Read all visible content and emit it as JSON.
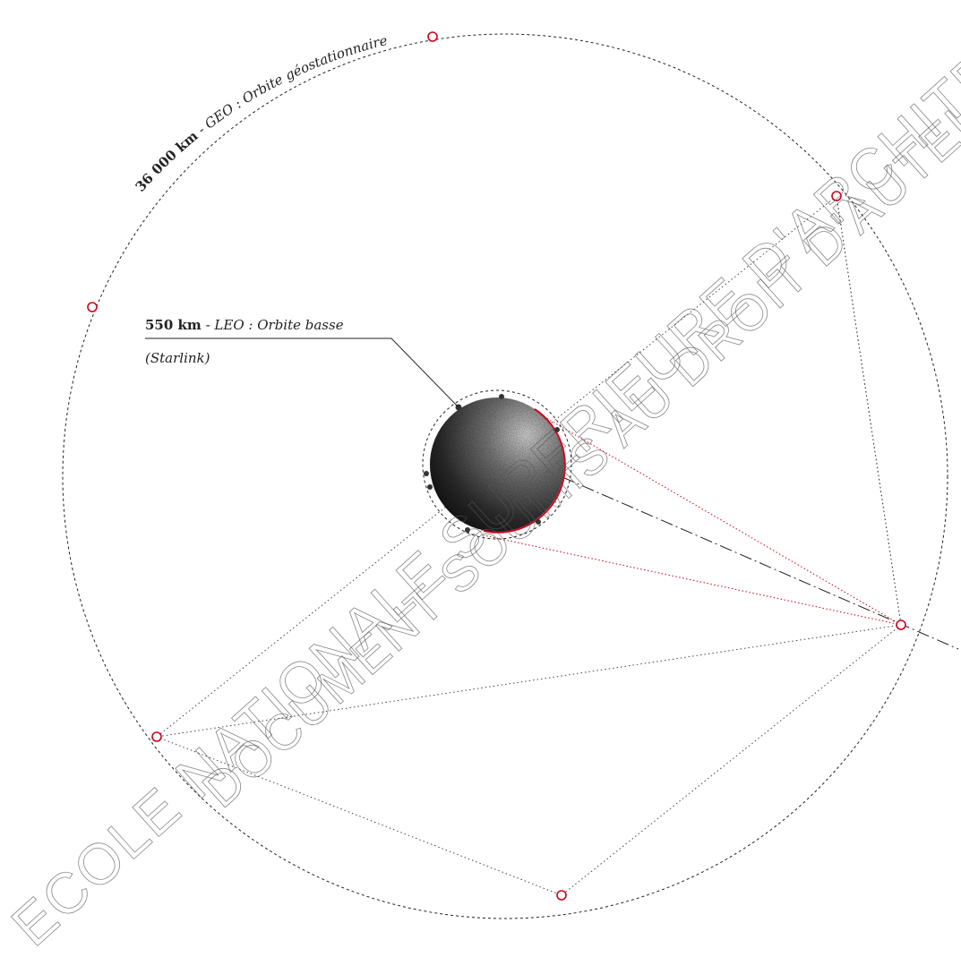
{
  "geo_label": {
    "distance": "36 000 km",
    "separator": " - ",
    "text": "GEO : Orbite géostationnaire"
  },
  "leo_label": {
    "line1_distance": "550 km",
    "line1_separator": " - ",
    "line1_text": "LEO : Orbite basse",
    "line2": "(Starlink)"
  },
  "watermark": {
    "line1": "ECOLE NATIONALE SUPERIEURE D'ARCHITECTURE DE NANTES",
    "line2": "DOCUMENT SOUMIS AU DROIT D'AUTEUR"
  },
  "colors": {
    "orbit_line": "#222222",
    "satellite_geo": "#d0021b",
    "coverage_lines": "#d0021b",
    "satellite_leo": "#333333",
    "earth": "#2a2a2a"
  },
  "icons": {
    "geo_satellite": "hollow-red-circle",
    "leo_satellite": "filled-dark-dot",
    "earth": "grainy-sphere"
  }
}
